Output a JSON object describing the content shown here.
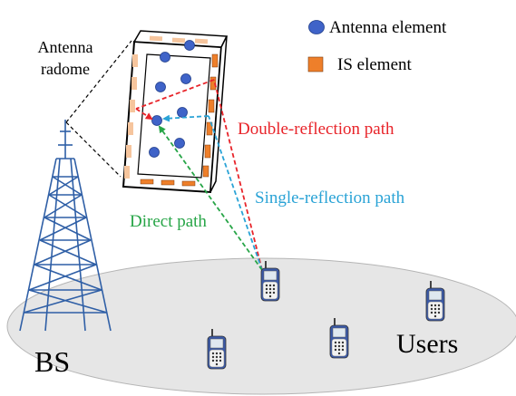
{
  "figure": {
    "radome_label_line1": "Antenna",
    "radome_label_line2": "radome",
    "bs_label": "BS",
    "users_label": "Users"
  },
  "legend": {
    "antenna_element": "Antenna element",
    "is_element": "IS element"
  },
  "paths": {
    "double_reflection": "Double-reflection path",
    "single_reflection": "Single-reflection path",
    "direct": "Direct path"
  },
  "colors": {
    "antenna_blue": "#3f63c8",
    "is_orange": "#ee7f2a",
    "is_orange_light": "#f6c59d",
    "tower_blue": "#2f5fa6",
    "ground": "#e6e6e6",
    "double_path": "#e8242a",
    "single_path": "#2aa3d6",
    "direct_path": "#27a547"
  },
  "icons": [
    "antenna-element-icon",
    "is-element-icon",
    "cell-tower-icon",
    "mobile-phone-icon"
  ]
}
